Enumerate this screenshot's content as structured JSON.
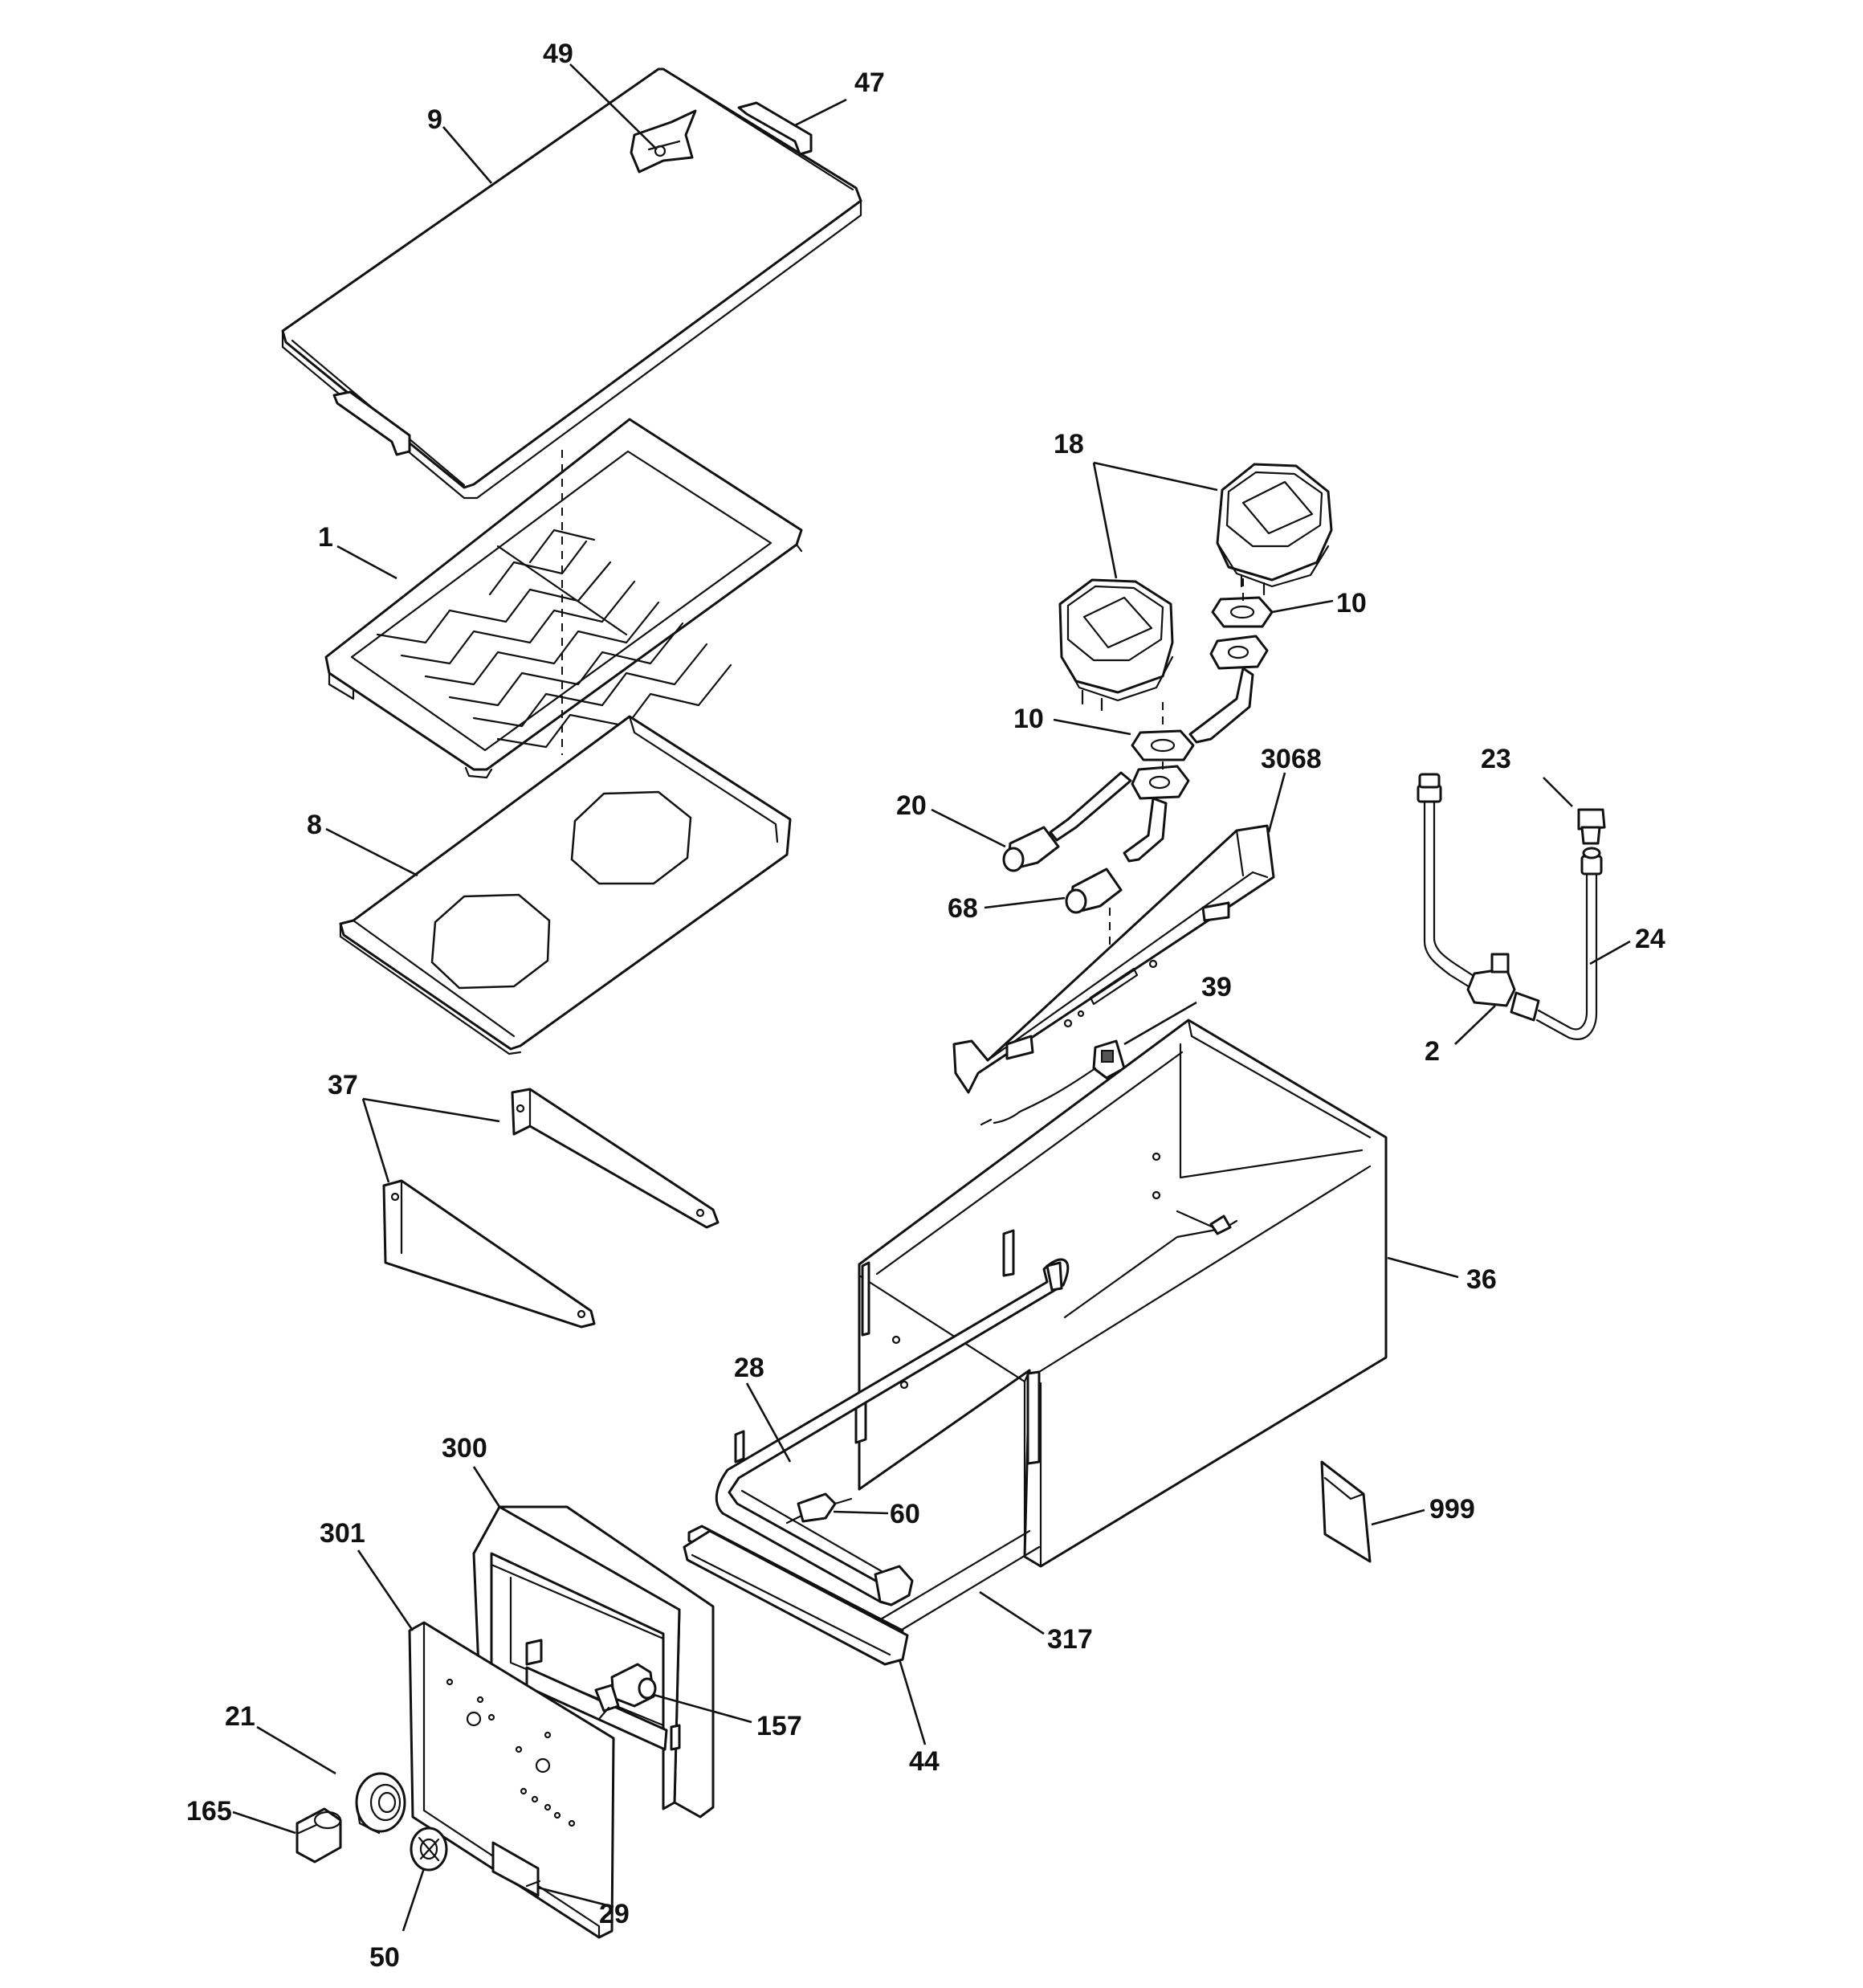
{
  "callouts": {
    "c49": "49",
    "c47": "47",
    "c9": "9",
    "c18": "18",
    "c1": "1",
    "c10a": "10",
    "c10b": "10",
    "c3068": "3068",
    "c23": "23",
    "c20": "20",
    "c8": "8",
    "c68": "68",
    "c24": "24",
    "c39": "39",
    "c2": "2",
    "c37": "37",
    "c36": "36",
    "c28": "28",
    "c300": "300",
    "c60": "60",
    "c999": "999",
    "c301": "301",
    "c317": "317",
    "c157": "157",
    "c44": "44",
    "c21": "21",
    "c165": "165",
    "c29": "29",
    "c50": "50"
  }
}
